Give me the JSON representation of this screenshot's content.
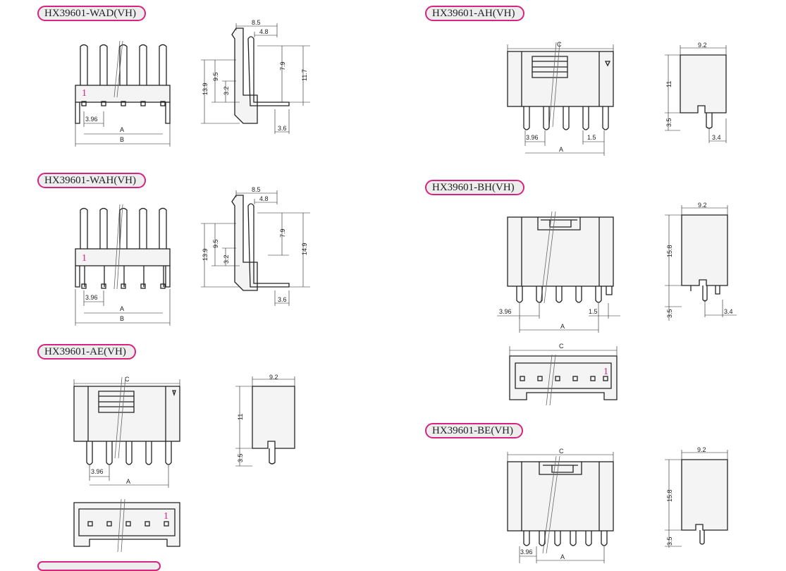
{
  "titles": {
    "wad": "HX39601-WAD(VH)",
    "wah": "HX39601-WAH(VH)",
    "ae": "HX39601-AE(VH)",
    "ah": "HX39601-AH(VH)",
    "bh": "HX39601-BH(VH)",
    "be": "HX39601-BE(VH)"
  },
  "dims": {
    "d8_5": "8.5",
    "d4_8": "4.8",
    "d9_5": "9.5",
    "d7_9": "7.9",
    "d11_7": "11.7",
    "d13_9": "13.9",
    "d3_2": "3.2",
    "d3_6": "3.6",
    "d14_9": "14.9",
    "pitch": "3.96",
    "a": "A",
    "b": "B",
    "c": "C",
    "d9_2": "9.2",
    "d11": "11",
    "d3_5": "3.5",
    "d1_5": "1.5",
    "d3_4": "3.4",
    "d15_8": "15.8"
  },
  "pin1": "1"
}
